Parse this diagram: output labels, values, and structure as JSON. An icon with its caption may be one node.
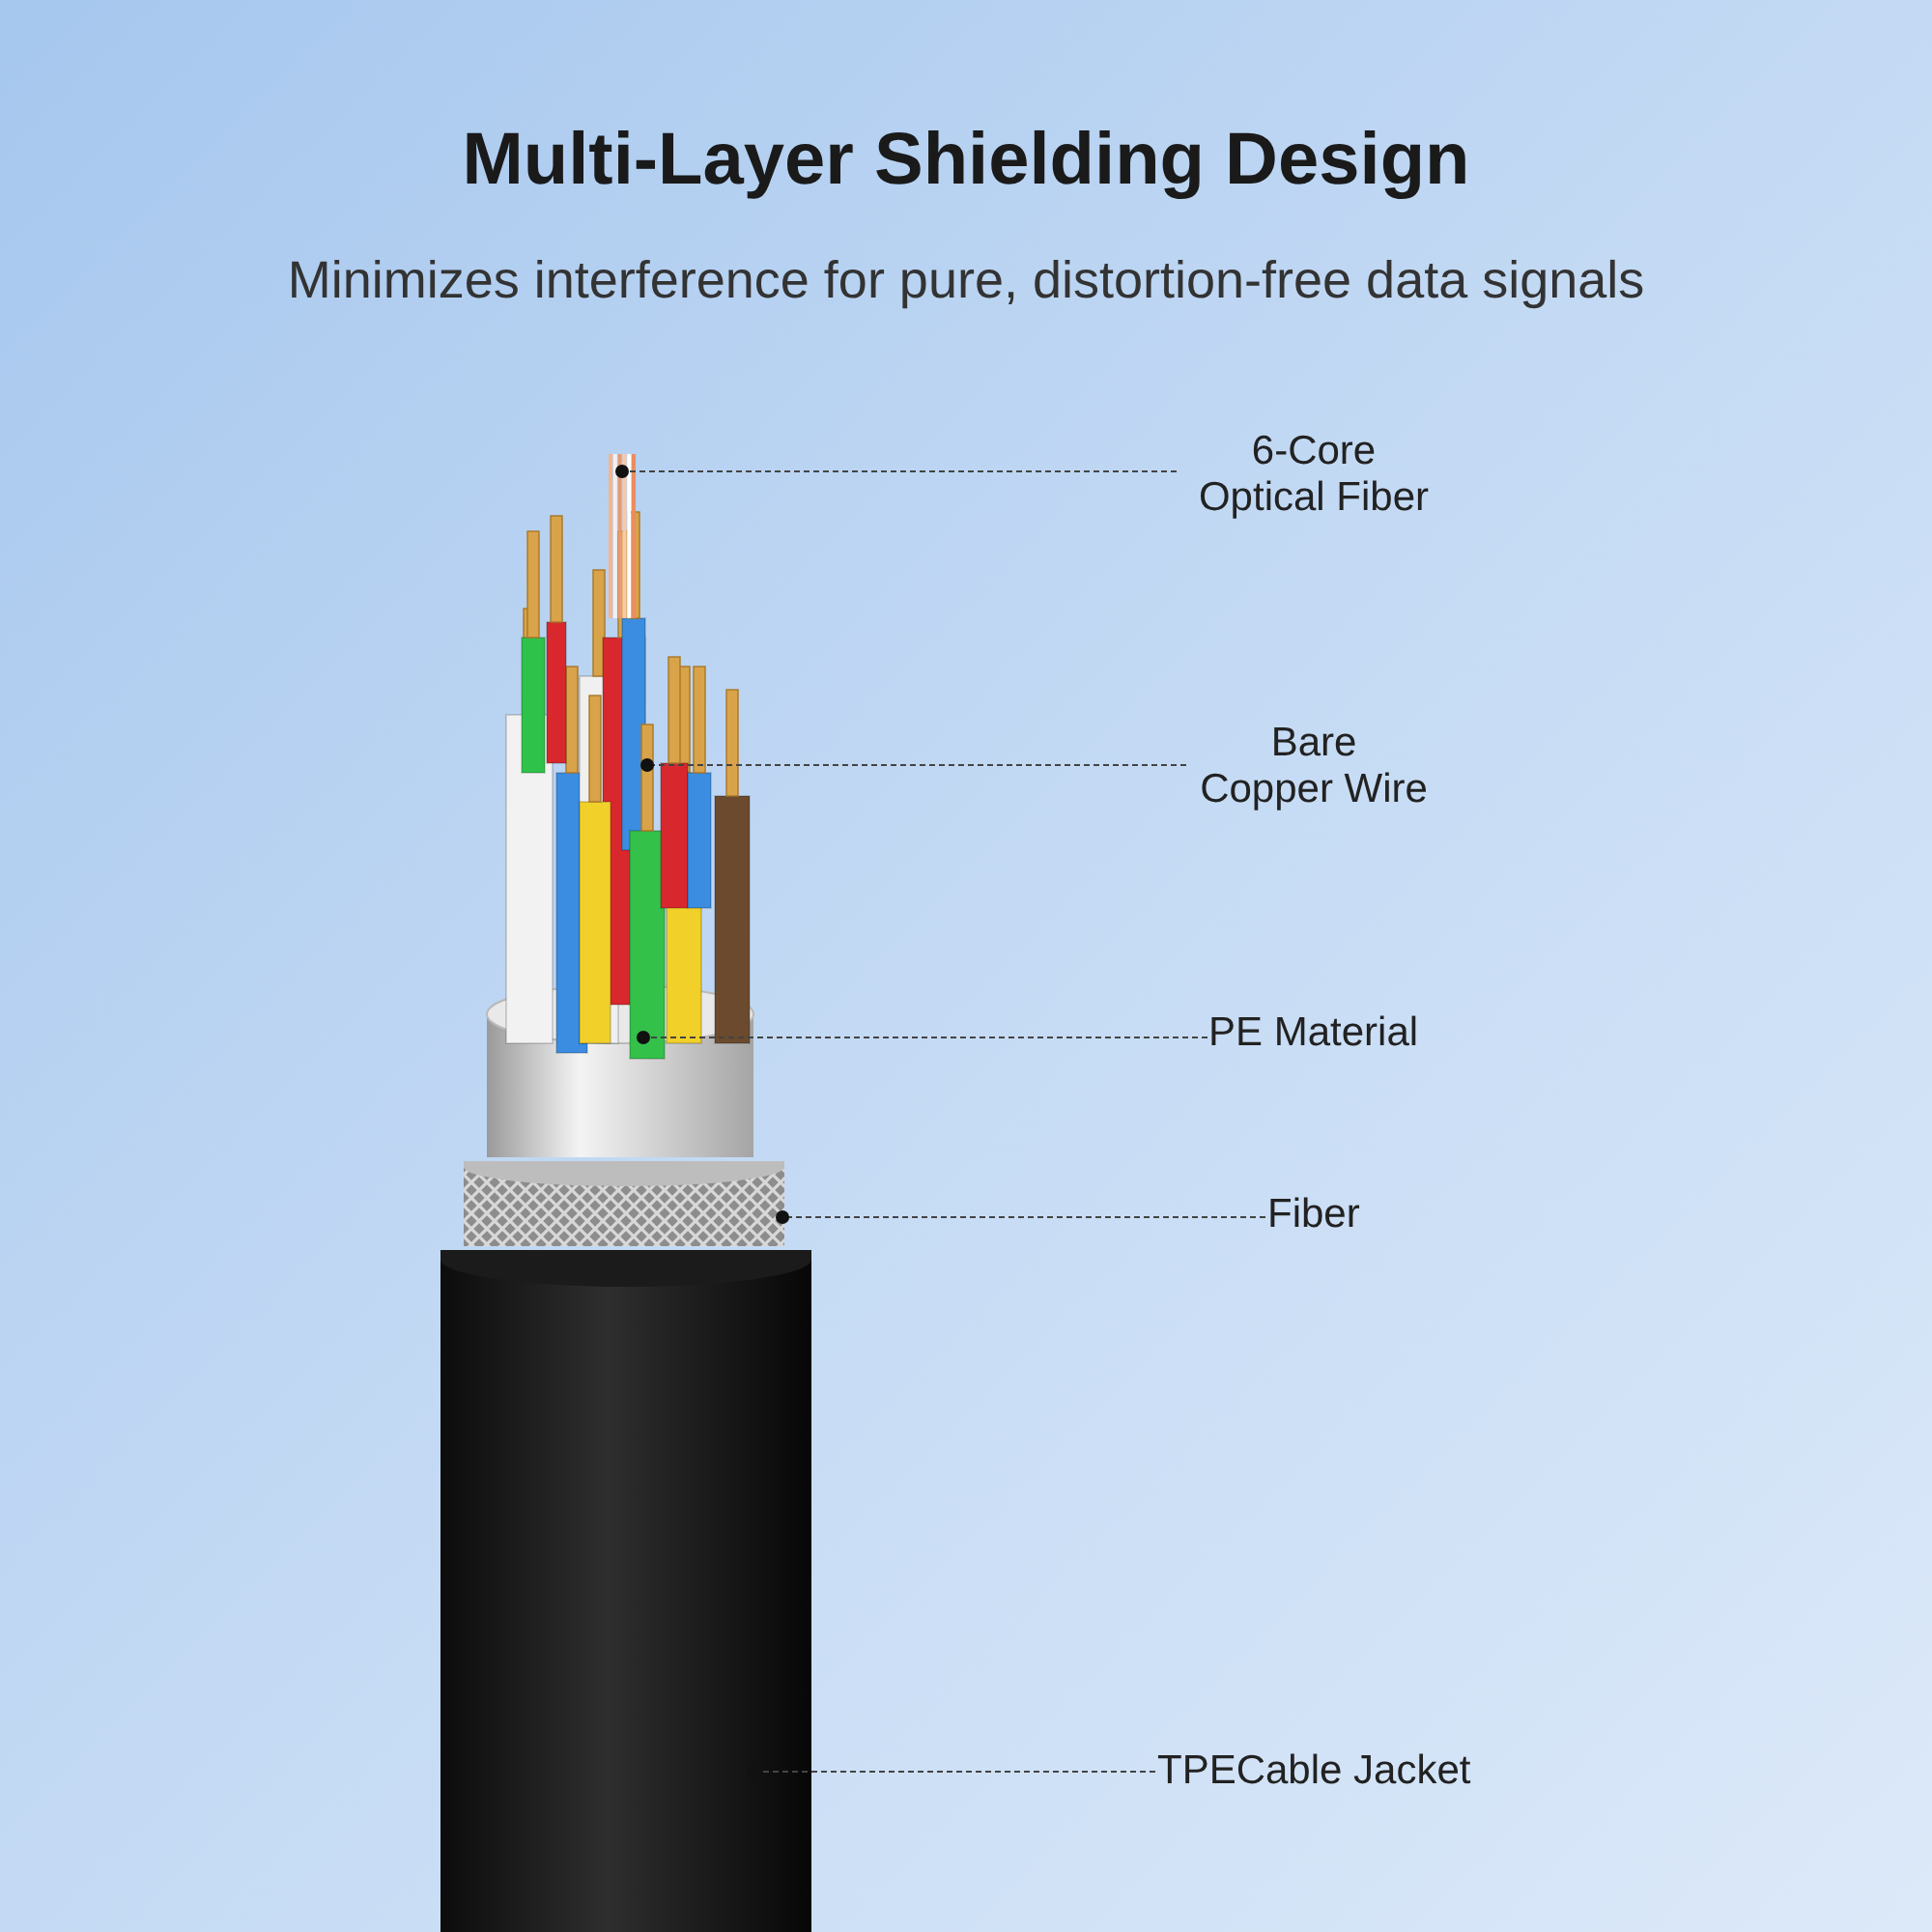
{
  "diagram": {
    "title": "Multi-Layer Shielding Design",
    "nodes": [
      {
        "text": [
          "6-Core Optical Fiber"
        ]
      },
      {
        "text": [],
        "shape": "picture"
      },
      {
        "text": [
          "Bare Copper Wire"
        ]
      },
      {
        "text": [],
        "shape": "picture"
      },
      {
        "text": [
          "PE Material"
        ]
      },
      {
        "text": [],
        "shape": "picture"
      },
      {
        "text": [
          "Fiber"
        ]
      },
      {
        "text": [],
        "shape": "picture"
      },
      {
        "text": [
          "TPECable Jacket"
        ]
      },
      {
        "text": [],
        "shape": "picture"
      }
    ],
    "edges": [
      {
        "from": 0,
        "to": 1,
        "arrow": "other",
        "style": "dashed"
      },
      {
        "from": 2,
        "to": 3,
        "arrow": "other",
        "style": "dashed"
      },
      {
        "from": 4,
        "to": 5,
        "arrow": "other",
        "style": "dashed"
      },
      {
        "from": 6,
        "to": 7,
        "arrow": "other",
        "style": "dashed"
      },
      {
        "from": 8,
        "to": 9,
        "arrow": "other",
        "style": "dashed"
      }
    ],
    "labels": [
      "Minimizes interference for pure, distortion-free data signals"
    ]
  }
}
